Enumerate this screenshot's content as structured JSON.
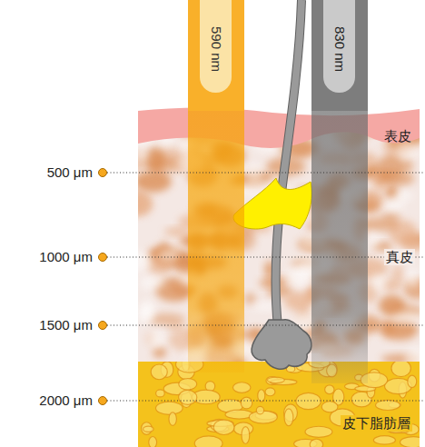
{
  "diagram": {
    "nodes": [
      {
        "text": [
          "590 nm"
        ]
      },
      {
        "text": [
          "830 nm"
        ]
      },
      {
        "text": [
          "表皮"
        ]
      },
      {
        "text": [
          "真皮"
        ]
      },
      {
        "text": [
          "皮下脂肪層"
        ]
      }
    ],
    "labels": [
      "500 μm",
      "1000 μm",
      "1500 μm",
      "2000 μm"
    ]
  }
}
